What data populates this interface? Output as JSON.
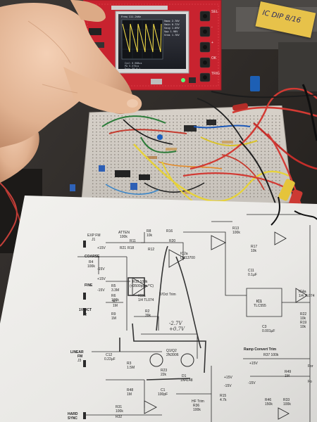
{
  "tape_label": "IC DIP 8/16",
  "scope": {
    "button_labels": [
      "SEL",
      "-",
      "+",
      "OK",
      "TRIG"
    ],
    "screen_readout": {
      "left": [
        "Freq 111.2kHz",
        "Cycl 8.988us",
        "Pw 5.575us",
        "Duty 50.0 %"
      ],
      "right": [
        "Vmax 2.70V",
        "Vmin 0.72V",
        "Vavg 1.69V",
        "Vpp 1.98V",
        "Vrms 1.76V"
      ]
    }
  },
  "schematic": {
    "labels": [
      "EXP FM",
      "J1",
      "ATTEN",
      "100k",
      "R8",
      "10k",
      "R16",
      "R20",
      "R11",
      "R12",
      "COARSE",
      "R4",
      "100k",
      "R21",
      "R18",
      "FINE",
      "R5",
      "3.3M",
      "R7",
      "1M",
      "R6",
      "100k",
      "1V/OCT",
      "J2",
      "R9",
      "1M",
      "R10 100k",
      "(+3500ppm/°C)",
      "IC3a",
      "1/4 TL074",
      "R2",
      "39k",
      "V/Oct Trim",
      "Q1/Q2",
      "2N3906",
      "LINEAR",
      "FM",
      "J3",
      "C12",
      "0.22µF",
      "R3",
      "1.5M",
      "R23",
      "22k",
      "R48",
      "1M",
      "D1",
      "1N4148",
      "C1",
      "100pF",
      "HF Trim",
      "R36",
      "100k",
      "HARD",
      "SYNC",
      "R31",
      "100k",
      "R32",
      "IC2a",
      "LM13700",
      "R13",
      "100k",
      "R17",
      "10k",
      "R19",
      "10k",
      "C11",
      "0.1µF",
      "IC1",
      "TLC555",
      "C3",
      "0.001µF",
      "Ramp Convert Trim",
      "R37 100k",
      "R49",
      "1M",
      "R46",
      "150k",
      "R33",
      "100k",
      "R15",
      "4.7k",
      "IC4a",
      "1/4 TL074",
      "R22",
      "10k",
      "For",
      "Fo"
    ],
    "handwritten_note": "-2.7V +0.7V",
    "supply_labels": [
      "+15V",
      "-15V",
      "+15V",
      "-15V",
      "+15V",
      "-15V",
      "+15V",
      "-15V"
    ]
  }
}
